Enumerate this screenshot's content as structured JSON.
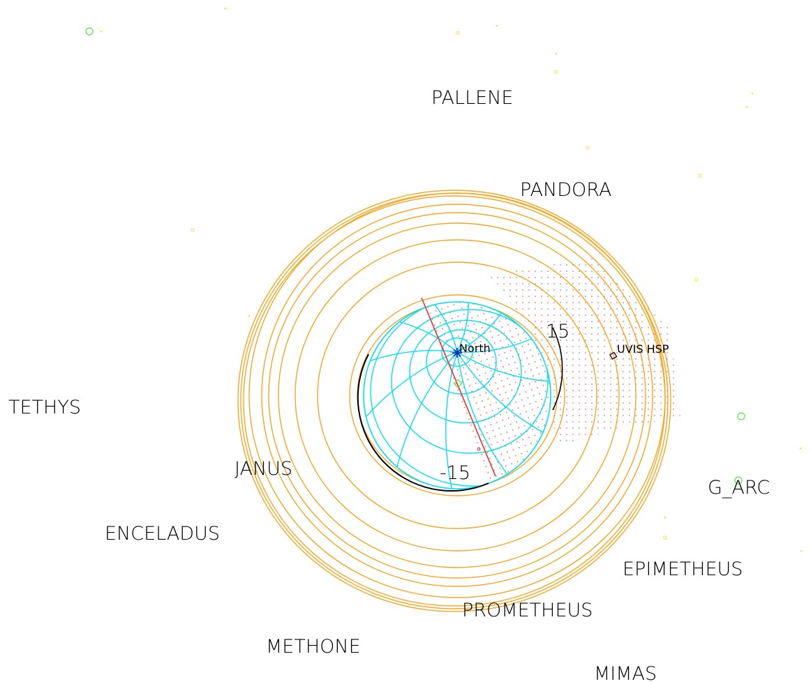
{
  "labels": {
    "pallene": "PALLENE",
    "pandora": "PANDORA",
    "tethys": "TETHYS",
    "janus": "JANUS",
    "enceladus": "ENCELADUS",
    "methone": "METHONE",
    "prometheus": "PROMETHEUS",
    "epimetheus": "EPIMETHEUS",
    "mimas": "MIMAS",
    "g_arc": "G_ARC",
    "uvis_hsp": "UVIS HSP",
    "north": "North",
    "lat_upper": "15",
    "lat_lower": "-15"
  },
  "colors": {
    "background": "#ffffff",
    "rings": "#f5a623",
    "planet_grid": "#00e0f0",
    "terminator": "#e83030",
    "limb": "#000000",
    "stars": "#f2e040",
    "green_markers": "#5fe04a",
    "pole_marker": "#1020c0",
    "shadow_dots": "#e83030"
  }
}
